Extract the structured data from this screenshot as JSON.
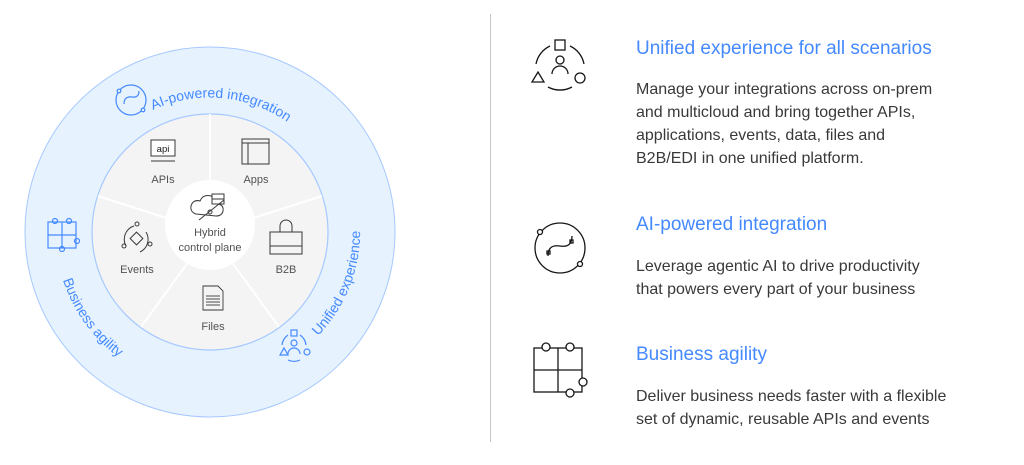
{
  "diagram": {
    "center": {
      "line1": "Hybrid",
      "line2": "control plane"
    },
    "sectors": [
      "APIs",
      "Apps",
      "B2B",
      "Files",
      "Events"
    ],
    "api_icon_text": "api",
    "ring_labels": {
      "ai": "AI-powered integration",
      "unified": "Unified experience",
      "agility": "Business agility"
    },
    "colors": {
      "accent": "#4589ff",
      "ring": "#e6f3ff",
      "disk": "#f4f4f4"
    }
  },
  "features": [
    {
      "icon": "unified-experience-icon",
      "title": "Unified experience for all scenarios",
      "lines": [
        "Manage your integrations across on-prem",
        "and multicloud and bring together APIs,",
        "applications, events, data, files and",
        "B2B/EDI in one unified platform."
      ]
    },
    {
      "icon": "ai-integration-icon",
      "title": "AI-powered integration",
      "lines": [
        "Leverage agentic AI to drive productivity",
        "that powers every part of your business"
      ]
    },
    {
      "icon": "puzzle-icon",
      "title": "Business agility",
      "lines": [
        "Deliver business needs faster with a flexible",
        "set of dynamic, reusable APIs and events"
      ]
    }
  ]
}
